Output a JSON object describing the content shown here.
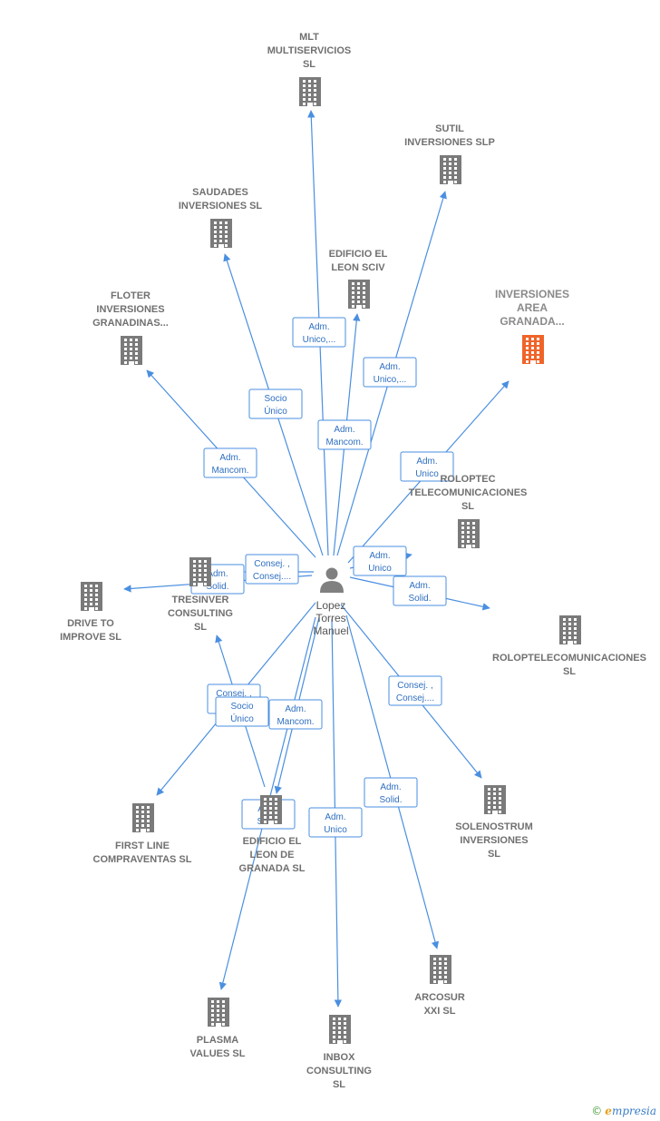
{
  "center": {
    "label_lines": [
      "Lopez",
      "Torres",
      "Manuel"
    ],
    "icon": "person-icon"
  },
  "nodes": [
    {
      "id": "mlt",
      "label_lines": [
        "MLT",
        "MULTISERVICIOS",
        "SL"
      ],
      "icon": "building-icon"
    },
    {
      "id": "sutil",
      "label_lines": [
        "SUTIL",
        "INVERSIONES SLP"
      ],
      "icon": "building-icon"
    },
    {
      "id": "saudades",
      "label_lines": [
        "SAUDADES",
        "INVERSIONES SL"
      ],
      "icon": "building-icon"
    },
    {
      "id": "edificio-leon-sciv",
      "label_lines": [
        "EDIFICIO EL",
        "LEON SCIV"
      ],
      "icon": "building-icon"
    },
    {
      "id": "floter",
      "label_lines": [
        "FLOTER",
        "INVERSIONES",
        "GRANADINAS..."
      ],
      "icon": "building-icon"
    },
    {
      "id": "inversiones-area",
      "label_lines": [
        "INVERSIONES",
        "AREA",
        "GRANADA..."
      ],
      "icon": "building-icon",
      "focus": true
    },
    {
      "id": "roloptec",
      "label_lines": [
        "ROLOPTEC",
        "TELECOMUNICACIONES",
        "SL"
      ],
      "icon": "building-icon"
    },
    {
      "id": "tresinver",
      "label_lines": [
        "TRESINVER",
        "CONSULTING",
        "SL"
      ],
      "icon": "building-icon"
    },
    {
      "id": "drive",
      "label_lines": [
        "DRIVE TO",
        "IMPROVE  SL"
      ],
      "icon": "building-icon"
    },
    {
      "id": "roloptelecom",
      "label_lines": [
        "ROLOPTELECOMUNICACIONES",
        "SL"
      ],
      "icon": "building-icon"
    },
    {
      "id": "first-line",
      "label_lines": [
        "FIRST LINE",
        "COMPRAVENTAS SL"
      ],
      "icon": "building-icon"
    },
    {
      "id": "edificio-leon-granada",
      "label_lines": [
        "EDIFICIO EL",
        "LEON DE",
        "GRANADA  SL"
      ],
      "icon": "building-icon"
    },
    {
      "id": "solenostrum",
      "label_lines": [
        "SOLENOSTRUM",
        "INVERSIONES",
        "SL"
      ],
      "icon": "building-icon"
    },
    {
      "id": "arcosur",
      "label_lines": [
        "ARCOSUR",
        "XXI SL"
      ],
      "icon": "building-icon"
    },
    {
      "id": "plasma",
      "label_lines": [
        "PLASMA",
        "VALUES  SL"
      ],
      "icon": "building-icon"
    },
    {
      "id": "inbox",
      "label_lines": [
        "INBOX",
        "CONSULTING",
        "SL"
      ],
      "icon": "building-icon"
    }
  ],
  "edge_labels": [
    {
      "id": "e-mlt",
      "lines": [
        "Adm.",
        "Unico,..."
      ]
    },
    {
      "id": "e-sutil",
      "lines": [
        "Adm.",
        "Unico,..."
      ]
    },
    {
      "id": "e-saudades",
      "lines": [
        "Socio",
        "Único"
      ]
    },
    {
      "id": "e-sciv",
      "lines": [
        "Adm.",
        "Mancom."
      ]
    },
    {
      "id": "e-floter",
      "lines": [
        "Adm.",
        "Mancom."
      ]
    },
    {
      "id": "e-area",
      "lines": [
        "Adm.",
        "Unico"
      ]
    },
    {
      "id": "e-roloptec",
      "lines": [
        "Adm.",
        "Unico"
      ]
    },
    {
      "id": "e-roloptelecom",
      "lines": [
        "Adm.",
        "Solid."
      ]
    },
    {
      "id": "e-tres-consej",
      "lines": [
        "Consej. ,",
        "Consej...."
      ]
    },
    {
      "id": "e-drive",
      "lines": [
        "Adm.",
        "Solid."
      ]
    },
    {
      "id": "e-first",
      "lines": [
        "Consej. ,",
        "P..."
      ]
    },
    {
      "id": "e-tres-socio",
      "lines": [
        "Socio",
        "Único"
      ]
    },
    {
      "id": "e-granada-mancom",
      "lines": [
        "Adm.",
        "Mancom."
      ]
    },
    {
      "id": "e-solenostrum",
      "lines": [
        "Consej. ,",
        "Consej...."
      ]
    },
    {
      "id": "e-plasma",
      "lines": [
        "Adm.",
        "Solid."
      ]
    },
    {
      "id": "e-inbox",
      "lines": [
        "Adm.",
        "Unico"
      ]
    },
    {
      "id": "e-arcosur",
      "lines": [
        "Adm.",
        "Solid."
      ]
    }
  ],
  "colors": {
    "edge": "#4a8fe0",
    "building": "#7a7a7a",
    "focus_building": "#f0642a"
  },
  "footer": {
    "copyright": "©",
    "brand_initial": "e",
    "brand_rest": "mpresia"
  }
}
